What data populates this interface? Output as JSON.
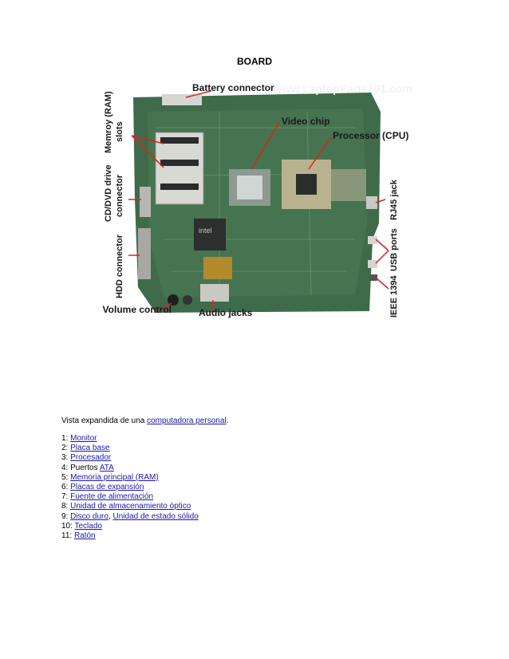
{
  "title": "BOARD",
  "photo": {
    "watermark": "www.LaptopParts101.com",
    "labels": {
      "battery": "Battery connector",
      "memory": "Memroy (RAM)",
      "memory2": "slots",
      "video": "Video chip",
      "processor": "Processor (CPU)",
      "cddvd": "CD/DVD drive",
      "cddvd2": "connector",
      "rj45": "RJ45 jack",
      "usb": "USB ports",
      "hdd": "HDD connector",
      "ieee": "IEEE 1394",
      "volume": "Volume control",
      "audio": "Audio jacks",
      "chip": "intel"
    }
  },
  "caption": {
    "prefix": "Vista expandida de una ",
    "link": "computadora personal",
    "suffix": "."
  },
  "items": [
    {
      "num": "1: ",
      "pre": "",
      "link": "Monitor",
      "mid": "",
      "link2": ""
    },
    {
      "num": "2: ",
      "pre": "",
      "link": "Placa base",
      "mid": "",
      "link2": ""
    },
    {
      "num": "3: ",
      "pre": "",
      "link": "Procesador",
      "mid": "",
      "link2": ""
    },
    {
      "num": "4: ",
      "pre": "Puertos ",
      "link": "ATA",
      "mid": "",
      "link2": ""
    },
    {
      "num": "5: ",
      "pre": "",
      "link": "Memoria principal (RAM)",
      "mid": "",
      "link2": ""
    },
    {
      "num": "6: ",
      "pre": "",
      "link": "Placas de expansión",
      "mid": "",
      "link2": ""
    },
    {
      "num": "7: ",
      "pre": "",
      "link": "Fuente de alimentación",
      "mid": "",
      "link2": ""
    },
    {
      "num": "8: ",
      "pre": "",
      "link": "Unidad de almacenamiento óptico",
      "mid": "",
      "link2": ""
    },
    {
      "num": "9: ",
      "pre": "",
      "link": "Disco duro",
      "mid": ", ",
      "link2": "Unidad de estado sólido"
    },
    {
      "num": "10: ",
      "pre": "",
      "link": "Teclado",
      "mid": "",
      "link2": ""
    },
    {
      "num": "11: ",
      "pre": "",
      "link": "Ratón",
      "mid": "",
      "link2": ""
    }
  ]
}
